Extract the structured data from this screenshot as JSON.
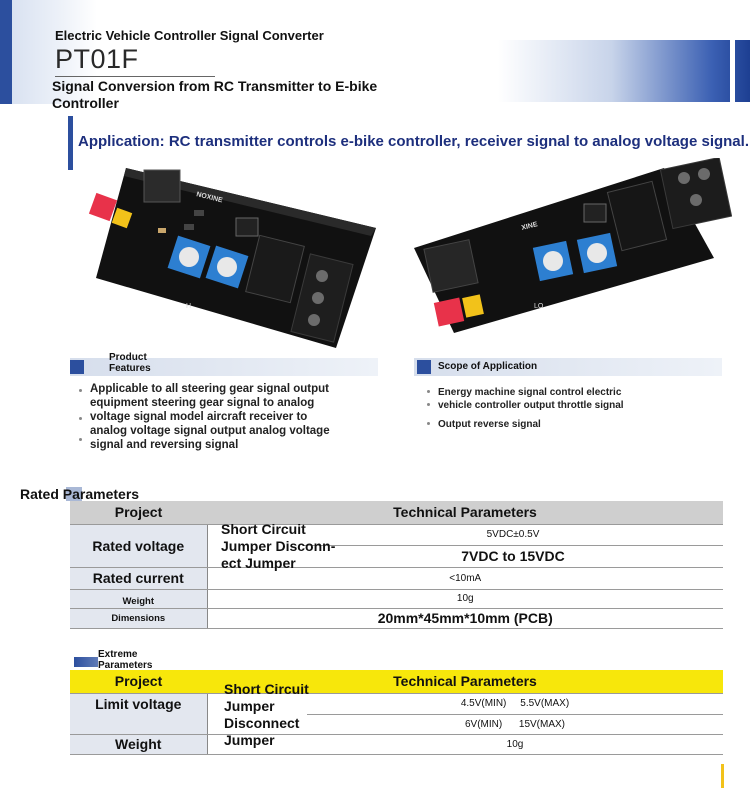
{
  "header": {
    "subtitle": "Electric Vehicle Controller Signal Converter",
    "model": "PT01F",
    "description": "Signal Conversion from RC Transmitter to E-bike Controller"
  },
  "application": "Application: RC transmitter controls e-bike controller, receiver signal to analog voltage signal.",
  "board_labels": {
    "left_brand": "NOXINE",
    "right_brand": "XINE",
    "right_marks": "LO",
    "left_mark": "H"
  },
  "features": {
    "title": "Product Features",
    "items": [
      "Applicable to all steering gear signal output",
      "equipment steering gear signal to analog",
      "voltage signal model aircraft receiver to",
      "analog voltage signal output analog voltage",
      "signal and reversing signal"
    ]
  },
  "scope": {
    "title": "Scope of Application",
    "items": [
      "Energy machine signal control electric",
      "vehicle controller output throttle signal",
      "Output reverse signal"
    ]
  },
  "rated": {
    "title": "Rated Parameters",
    "header_project": "Project",
    "header_params": "Technical Parameters",
    "rated_voltage_label": "Rated voltage",
    "short_circuit_overlay": "Short Circuit Jumper Disconn-ect Jumper",
    "rated_voltage_v1": "5VDC±0.5V",
    "rated_voltage_v2": "7VDC to 15VDC",
    "rated_current_label": "Rated current",
    "rated_current_value": "<10mA",
    "weight_label": "Weight",
    "weight_value": "10g",
    "dimensions_label": "Dimensions",
    "dimensions_value": "20mm*45mm*10mm (PCB)"
  },
  "extreme": {
    "title": "Extreme Parameters",
    "header_project": "Project",
    "header_params": "Technical Parameters",
    "limit_voltage_label": "Limit voltage",
    "overlay_line1": "Short Circuit",
    "overlay_line2": "Jumper",
    "overlay_line3": "Disconnect",
    "overlay_line4": "Jumper",
    "lv_row1_min": "4.5V(MIN)",
    "lv_row1_max": "5.5V(MAX)",
    "lv_row2_min": "6V(MIN)",
    "lv_row2_max": "15V(MAX)",
    "weight_label": "Weight",
    "weight_value": "10g"
  },
  "colors": {
    "brand_blue": "#2c4f9e",
    "app_text": "#1d2f7d",
    "table_header_gray": "#cfcfcf",
    "table_header_yellow": "#f7e70b",
    "project_cell": "#e3e7ef"
  }
}
